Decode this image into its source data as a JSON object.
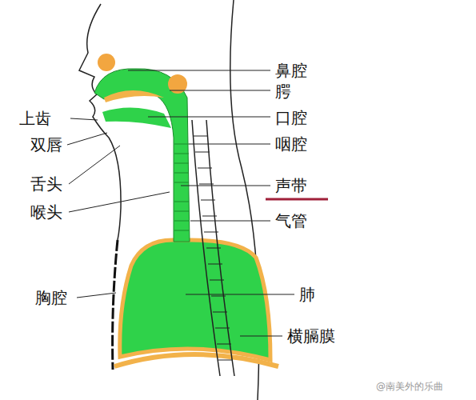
{
  "diagram": {
    "labels": [
      "鼻腔",
      "腭",
      "口腔",
      "咽腔",
      "声带",
      "气管",
      "肺",
      "横膈膜",
      "上齿",
      "双唇",
      "舌头",
      "喉头",
      "胸腔",
      "@南美外的乐曲"
    ]
  }
}
